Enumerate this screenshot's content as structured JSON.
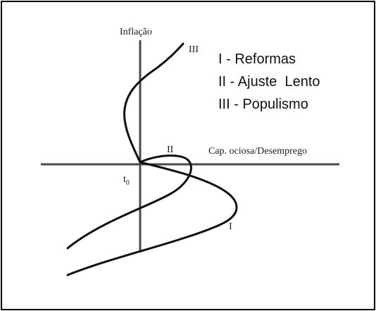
{
  "axes": {
    "y_label": "Inflação",
    "x_label": "Cap. ociosa/Desemprego",
    "origin_label_main": "t",
    "origin_label_sub": "0"
  },
  "curves": [
    {
      "id": "I",
      "label": "I"
    },
    {
      "id": "II",
      "label": "II"
    },
    {
      "id": "III",
      "label": "III"
    }
  ],
  "legend": {
    "items": [
      "I - Reformas",
      "II - Ajuste  Lento",
      "III - Populismo"
    ]
  },
  "colors": {
    "ink": "#111111",
    "axis": "#4a4a4a",
    "frame": "#000000",
    "background": "#ffffff"
  }
}
